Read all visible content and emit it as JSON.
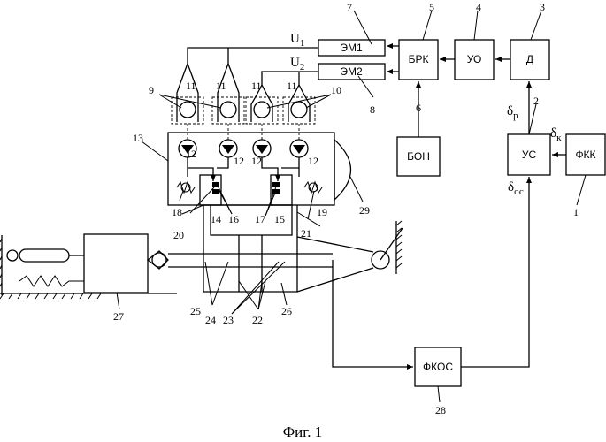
{
  "blocks": {
    "em1": "ЭМ1",
    "em2": "ЭМ2",
    "brk": "БРК",
    "uo": "УО",
    "d": "Д",
    "bon": "БОН",
    "us": "УС",
    "fkk": "ФКК",
    "fkos": "ФКОС"
  },
  "signals": {
    "u1": "U",
    "u1_sub": "1",
    "u2": "U",
    "u2_sub": "2",
    "delta_p": "δ",
    "delta_p_sub": "р",
    "delta_k": "δ",
    "delta_k_sub": "к",
    "delta_os": "δ",
    "delta_os_sub": "ос"
  },
  "numbers": {
    "n1": "1",
    "n2": "2",
    "n3": "3",
    "n4": "4",
    "n5": "5",
    "n6": "6",
    "n7": "7",
    "n8": "8",
    "n9": "9",
    "n10": "10",
    "n11a": "11",
    "n11b": "11",
    "n11c": "11",
    "n11d": "11",
    "n12a": "12",
    "n12b": "12",
    "n12c": "12",
    "n12d": "12",
    "n13": "13",
    "n14": "14",
    "n15": "15",
    "n16": "16",
    "n17": "17",
    "n18": "18",
    "n19": "19",
    "n20": "20",
    "n21": "21",
    "n22": "22",
    "n23": "23",
    "n24": "24",
    "n25": "25",
    "n26": "26",
    "n27": "27",
    "n28": "28",
    "n29": "29"
  },
  "caption": "Фиг. 1"
}
